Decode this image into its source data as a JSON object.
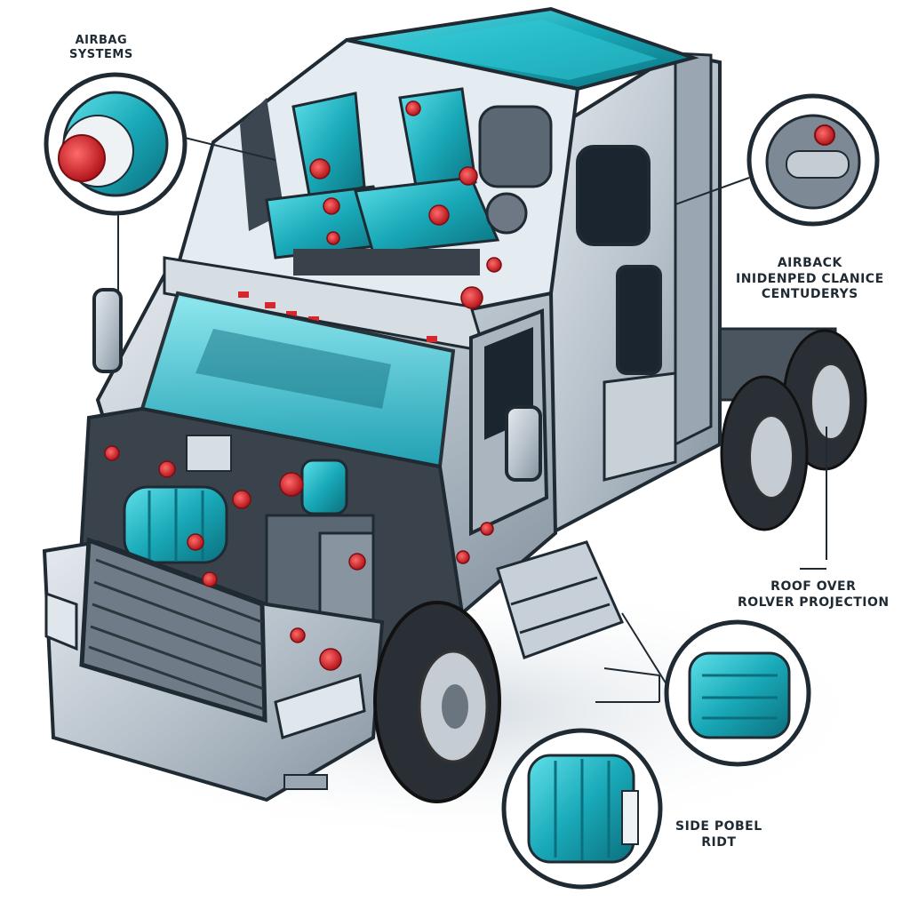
{
  "callouts": {
    "airbag_systems": {
      "line1": "AIRBAG",
      "line2": "SYSTEMS"
    },
    "independent": {
      "line1": "AIRBACK",
      "line2": "INIDENPED CLANICE",
      "line3": "CENTUDERYS"
    },
    "roof_over": {
      "line1": "ROOF OVER",
      "line2": "ROLVER PROJECTION"
    },
    "side": {
      "line1": "SIDE POBEL",
      "line2": "RIDT"
    }
  },
  "colors": {
    "accent_teal": "#19a9b8",
    "body_silver": "#b9c3cc",
    "marker_red": "#d8262c",
    "tire": "#2a2f35",
    "outline": "#1f2a33"
  },
  "icons": [
    "truck-cab-illustration",
    "airbag-spring-icon",
    "engine-detail-icon",
    "cushion-block-icon"
  ]
}
